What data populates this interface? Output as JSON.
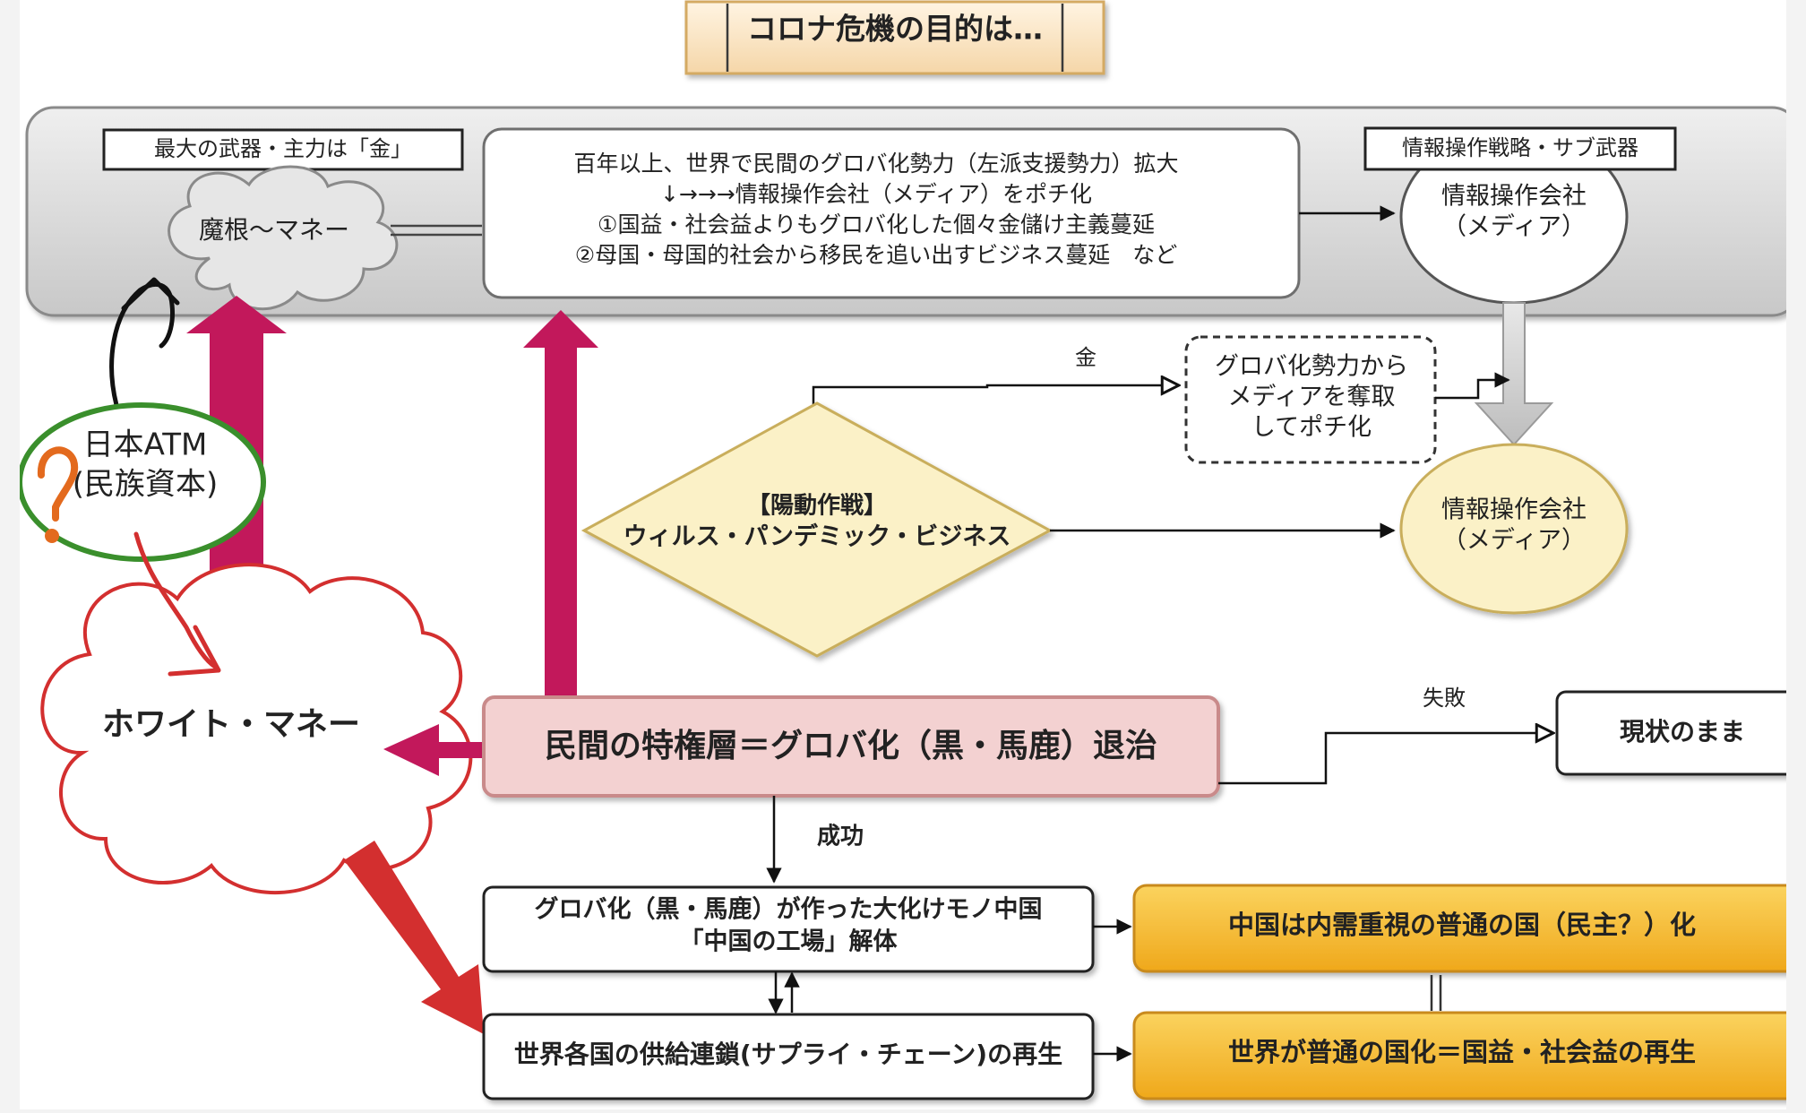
{
  "title": "コロナ危機の目的は…",
  "top_panel": {
    "weapon_label": "最大の武器・主力は「金」",
    "cloud_text": "魔根〜マネー",
    "description_lines": [
      "百年以上、世界で民間のグロバ化勢力（左派支援勢力）拡大",
      "↓→→→情報操作会社（メディア）をポチ化",
      "①国益・社会益よりもグロバ化した個々金儲け主義蔓延",
      "②母国・母国的社会から移民を追い出すビジネス蔓延　など"
    ],
    "strategy_label": "情報操作戦略・サブ武器",
    "media_lines": [
      "情報操作会社",
      "（メディア）"
    ]
  },
  "atm_lines": [
    "日本ATM",
    "(民族資本)"
  ],
  "question_mark": "?",
  "money_label": "金",
  "seize_lines": [
    "グロバ化勢力から",
    "メディアを奪取",
    "してポチ化"
  ],
  "diamond_lines": [
    "【陽動作戦】",
    "ウィルス・パンデミック・ビジネス"
  ],
  "media2_lines": [
    "情報操作会社",
    "（メディア）"
  ],
  "white_money": "ホワイト・マネー",
  "elite_box": "民間の特権層＝グロバ化（黒・馬鹿）退治",
  "fail_label": "失敗",
  "status_quo": "現状のまま",
  "success_label": "成功",
  "china_lines": [
    "グロバ化（黒・馬鹿）が作った大化けモノ中国",
    "「中国の工場」解体"
  ],
  "supply_chain": "世界各国の供給連鎖(サプライ・チェーン)の再生",
  "china_result": "中国は内需重視の普通の国（民主？）化",
  "world_result": "世界が普通の国化＝国益・社会益の再生",
  "colors": {
    "panel_fill": "#d4d4d4",
    "title_fill": "#fbe3c3",
    "diamond_fill": "#fbf1c7",
    "media2_fill": "#fbf1c7",
    "elite_fill": "#f3d1d1",
    "magenta_arrow": "#c2185b",
    "red_arrow": "#d32f2f",
    "orange_box": "#f6bb2e",
    "green_ellipse": "#3a8f2c",
    "question_orange": "#e36a1e"
  }
}
